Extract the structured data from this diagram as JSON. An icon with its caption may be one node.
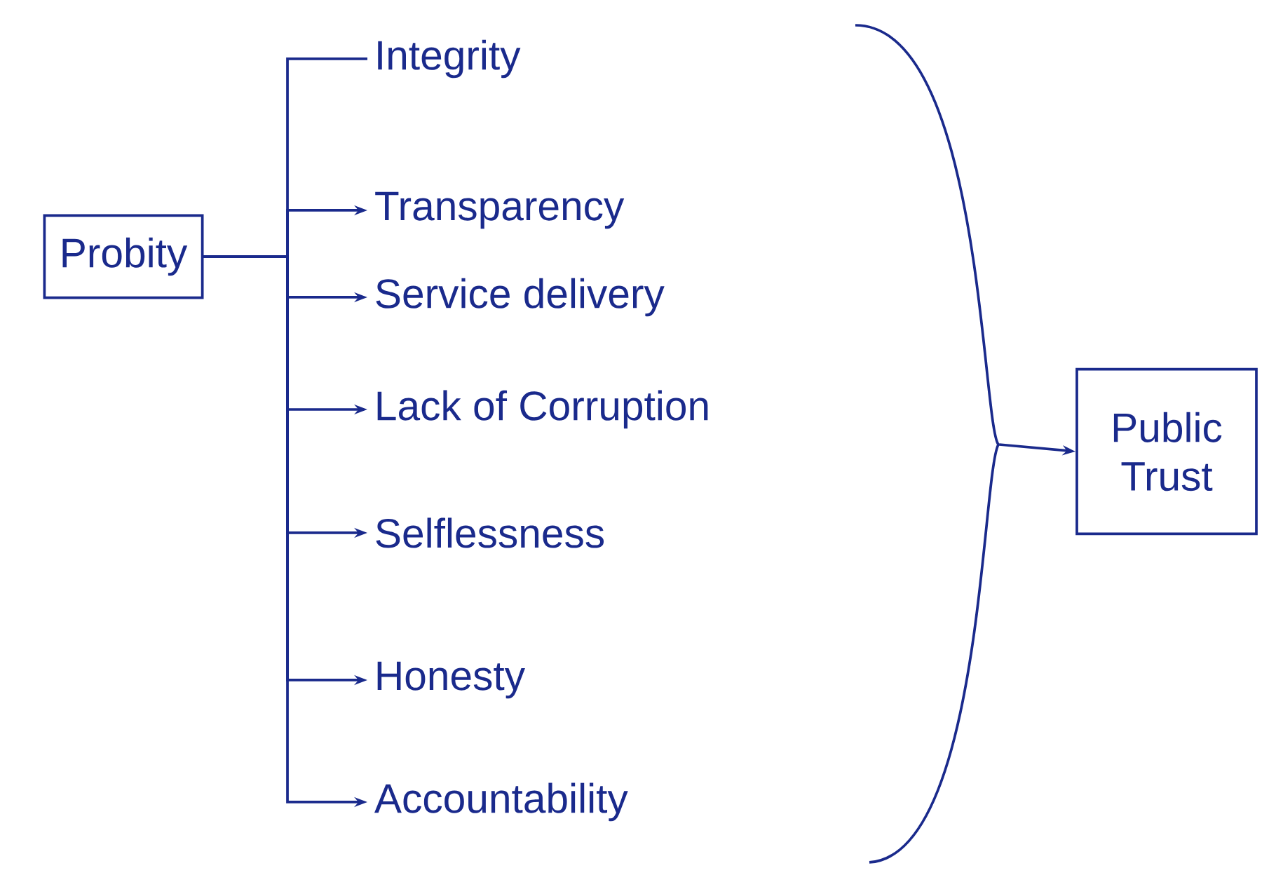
{
  "diagram": {
    "nodes": [
      {
        "text": [
          "Probity"
        ]
      },
      {
        "text": [
          "Integrity"
        ]
      },
      {
        "text": [
          "Transparency"
        ]
      },
      {
        "text": [
          "Service delivery"
        ]
      },
      {
        "text": [
          "Lack of Corruption"
        ]
      },
      {
        "text": [
          "Selflessness"
        ]
      },
      {
        "text": [
          "Honesty"
        ]
      },
      {
        "text": [
          "Accountability"
        ]
      },
      {
        "text": [
          "Public Trust"
        ]
      },
      {
        "text": [],
        "shape": "brace"
      }
    ],
    "edges": [
      {
        "from": 0,
        "to": 1,
        "arrow": "none"
      },
      {
        "from": 0,
        "to": 2,
        "arrow": "to"
      },
      {
        "from": 0,
        "to": 3,
        "arrow": "to"
      },
      {
        "from": 0,
        "to": 4,
        "arrow": "to"
      },
      {
        "from": 0,
        "to": 5,
        "arrow": "to"
      },
      {
        "from": 0,
        "to": 6,
        "arrow": "to"
      },
      {
        "from": 0,
        "to": 7,
        "arrow": "to"
      },
      {
        "from": 9,
        "to": 8,
        "arrow": "to"
      }
    ]
  }
}
